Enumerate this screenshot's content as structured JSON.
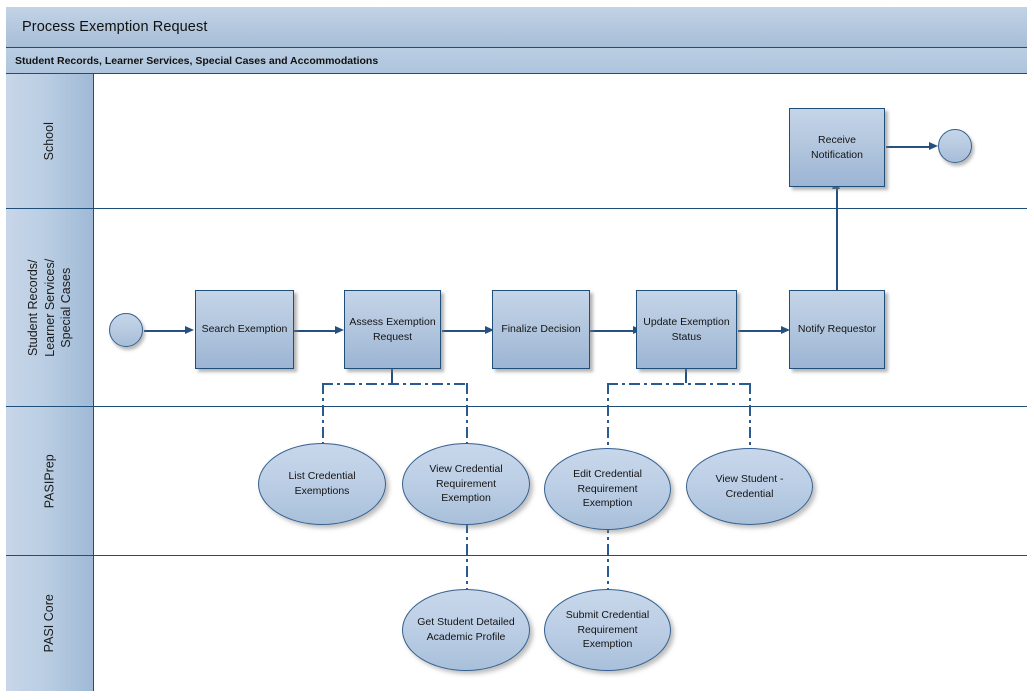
{
  "header": {
    "title": "Process Exemption Request",
    "subtitle": "Student Records, Learner Services, Special Cases and Accommodations"
  },
  "lanes": [
    {
      "id": "school",
      "label": "School"
    },
    {
      "id": "records",
      "label": "Student Records/\nLearner Services/\nSpecial Cases"
    },
    {
      "id": "pasiprep",
      "label": "PASIPrep"
    },
    {
      "id": "pasicore",
      "label": "PASI Core"
    }
  ],
  "events": {
    "start": "start-event",
    "end": "end-event"
  },
  "tasks": [
    {
      "id": "search-exemption",
      "label": "Search Exemption",
      "lane": "records"
    },
    {
      "id": "assess-exemption-request",
      "label": "Assess Exemption Request",
      "lane": "records"
    },
    {
      "id": "finalize-decision",
      "label": "Finalize Decision",
      "lane": "records"
    },
    {
      "id": "update-exemption-status",
      "label": "Update Exemption Status",
      "lane": "records"
    },
    {
      "id": "notify-requestor",
      "label": "Notify Requestor",
      "lane": "records"
    },
    {
      "id": "receive-notification",
      "label": "Receive Notification",
      "lane": "school"
    }
  ],
  "services": [
    {
      "id": "list-credential-exemptions",
      "label": "List Credential Exemptions",
      "lane": "pasiprep"
    },
    {
      "id": "view-credential-requirement-exemption",
      "label": "View Credential Requirement Exemption",
      "lane": "pasiprep"
    },
    {
      "id": "edit-credential-requirement-exemption",
      "label": "Edit Credential Requirement Exemption",
      "lane": "pasiprep"
    },
    {
      "id": "view-student-credential",
      "label": "View Student - Credential",
      "lane": "pasiprep"
    },
    {
      "id": "get-student-detailed-academic-profile",
      "label": "Get Student Detailed Academic Profile",
      "lane": "pasicore"
    },
    {
      "id": "submit-credential-requirement-exemption",
      "label": "Submit Credential Requirement Exemption",
      "lane": "pasicore"
    }
  ],
  "colors": {
    "border": "#1f4e79",
    "connector": "#25507f",
    "dashed_connector": "#2a5a92",
    "shape_fill_top": "#c5d5e8",
    "shape_fill_bottom": "#9cb5d4",
    "lane_header_fill": "#bacee3",
    "title_fill": "#b4c8de"
  }
}
